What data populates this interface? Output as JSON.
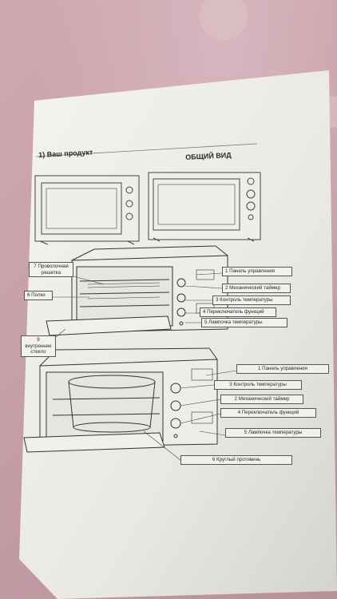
{
  "manual": {
    "section_title": "1) Ваш продукт",
    "overview_title": "ОБЩИЙ ВИД"
  },
  "callouts_top": {
    "wire_rack": "7 Проволочная решетка",
    "shelves": "6 Полки",
    "inner_glass": "9 внутреннее стекло",
    "control_panel": "1 Панель управления",
    "mechanical_timer": "2 Механический таймер",
    "temp_control": "3 Контроль температуры",
    "function_switch": "4 Переключатель функций",
    "temp_lamp": "5 Лампочка температуры"
  },
  "callouts_bottom": {
    "control_panel": "1 Панель управления",
    "temp_control": "3 Контроль температуры",
    "mechanical_timer": "2 Механический таймер",
    "function_switch": "4 Переключатель функций",
    "temp_lamp": "5 Лампочка температуры",
    "round_tray": "6 Круглый противень"
  }
}
